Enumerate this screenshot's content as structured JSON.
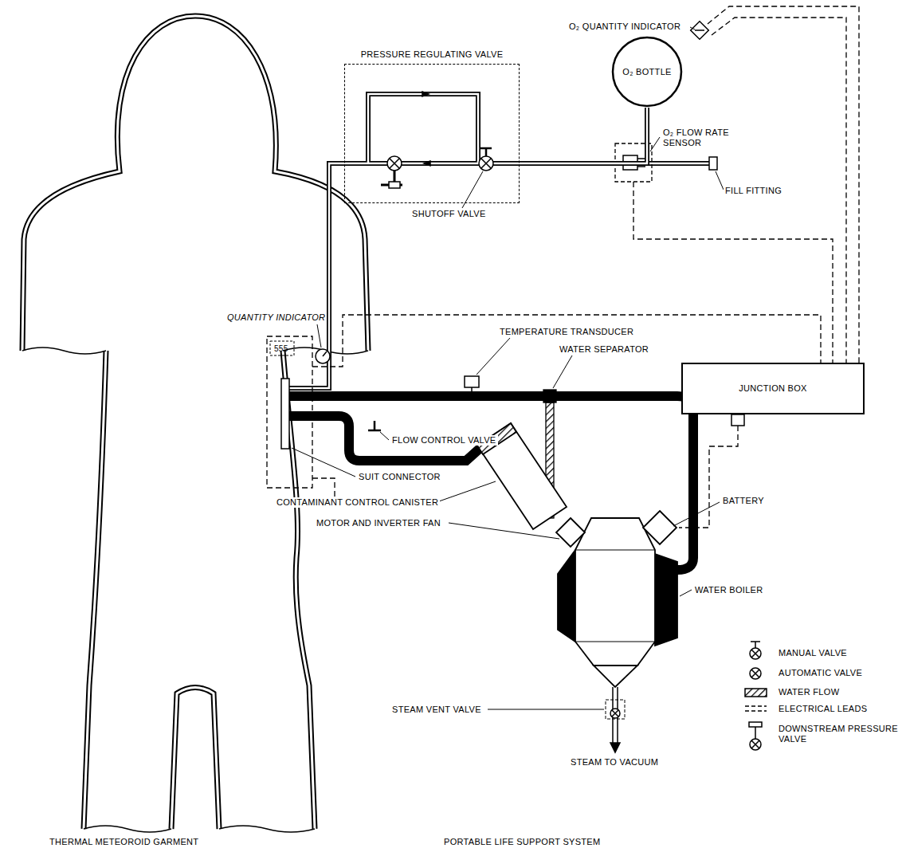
{
  "diagram": {
    "nodes": [
      {
        "text": [
          "O₂ BOTTLE"
        ]
      },
      {
        "text": [
          "PRESSURE REGULATING VALVE"
        ]
      },
      {
        "text": [
          "JUNCTION BOX"
        ]
      }
    ],
    "edges": [
      {
        "from": 0,
        "to": 1,
        "arrow": "none"
      }
    ],
    "labels": [
      "O₂ QUANTITY INDICATOR",
      "O₂ FLOW RATE SENSOR",
      "FILL FITTING",
      "SHUTOFF VALVE",
      "QUANTITY INDICATOR",
      "555",
      "TEMPERATURE TRANSDUCER",
      "WATER SEPARATOR",
      "FLOW CONTROL VALVE",
      "SUIT CONNECTOR",
      "CONTAMINANT CONTROL CANISTER",
      "MOTOR AND INVERTER FAN",
      "BATTERY",
      "WATER BOILER",
      "STEAM VENT VALVE",
      "STEAM TO VACUUM",
      "THERMAL METEOROID GARMENT",
      "PORTABLE LIFE SUPPORT SYSTEM"
    ],
    "legend": [
      {
        "text": "MANUAL VALVE"
      },
      {
        "text": "AUTOMATIC VALVE"
      },
      {
        "text": "WATER FLOW"
      },
      {
        "text": "ELECTRICAL LEADS"
      },
      {
        "text": "DOWNSTREAM PRESSURE VALVE"
      }
    ]
  }
}
